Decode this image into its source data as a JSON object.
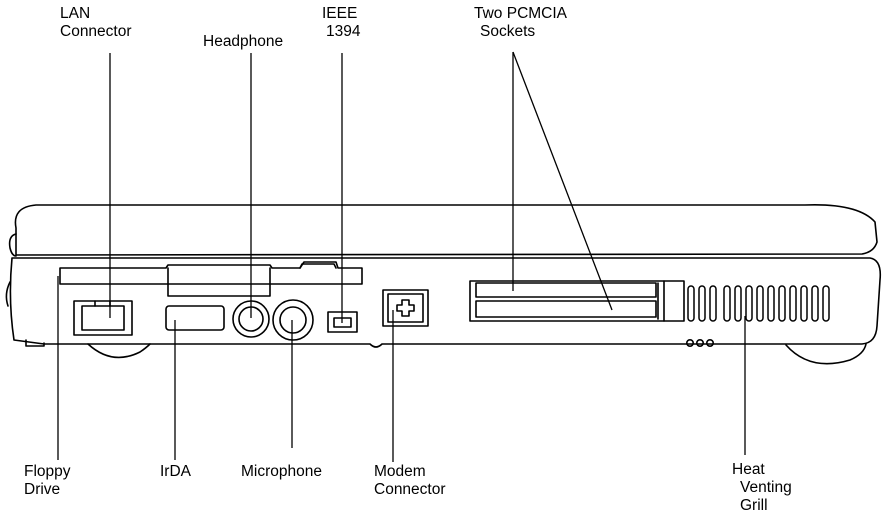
{
  "labels": {
    "lan_connector": [
      "LAN",
      "Connector"
    ],
    "headphone": [
      "Headphone"
    ],
    "ieee1394": [
      "IEEE",
      "1394"
    ],
    "pcmcia": [
      "Two PCMCIA",
      "Sockets"
    ],
    "floppy_drive": [
      "Floppy",
      "Drive"
    ],
    "irda": [
      "IrDA"
    ],
    "microphone": [
      "Microphone"
    ],
    "modem_connector": [
      "Modem",
      "Connector"
    ],
    "heat_venting_grill": [
      "Heat",
      "Venting",
      "Grill"
    ]
  },
  "colors": {
    "line": "#000000",
    "background": "#ffffff"
  }
}
